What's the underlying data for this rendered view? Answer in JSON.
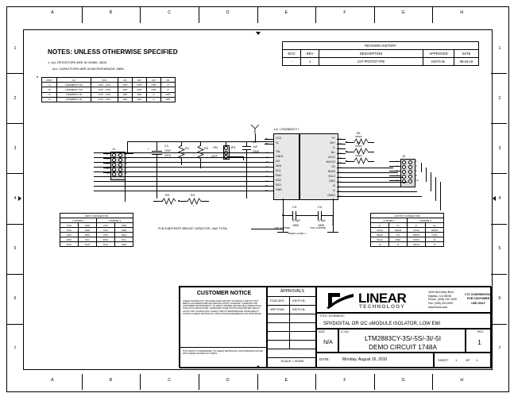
{
  "sheet": {
    "zones_columns": [
      "A",
      "B",
      "C",
      "D",
      "E",
      "F",
      "G",
      "H"
    ],
    "zones_rows": [
      "1",
      "2",
      "3",
      "4",
      "5",
      "6",
      "7"
    ]
  },
  "notes": {
    "heading": "NOTES:  UNLESS OTHERWISE SPECIFIED",
    "items": [
      "1.  ALL RESISTORS ARE IN OHMS, 0805.",
      "ALL CAPACITORS ARE IN MICROFARADS, 0805."
    ],
    "asterisk": "*"
  },
  "assy_table": {
    "headers": [
      "ASSY",
      "U1",
      "VCC",
      "R1",
      "R2",
      "R3",
      "R4"
    ],
    "rows": [
      [
        "-A",
        "LTM2883CY-3S",
        "3.0V - 3.6V",
        "OPT",
        "OPT",
        "OPT",
        "0"
      ],
      [
        "-B",
        "LTM2883CY-5S",
        "4.5V - 5.5V",
        "OPT",
        "OPT",
        "OPT",
        "0"
      ],
      [
        "-C",
        "LTM2883CY-3I",
        "3.0V - 3.6V",
        "10K",
        "10K",
        "0",
        "OPT"
      ],
      [
        "-D",
        "LTM2883CY-5I",
        "4.5V - 5.5V",
        "10K",
        "10K",
        "0",
        "OPT"
      ]
    ]
  },
  "revision_history": {
    "title": "REVISION HISTORY",
    "headers": [
      "ECO",
      "REV",
      "DESCRIPTION",
      "APPROVED",
      "DATE"
    ],
    "rows": [
      [
        "-",
        "1",
        "1ST PROTOTYPE",
        "KEITH B.",
        "08-16-10"
      ]
    ]
  },
  "input_connector": {
    "title": "INPUT CONNECTOR",
    "headers": [
      "LTM2883-I",
      "LTM2883-S"
    ],
    "rows": [
      [
        "VCC",
        "GND",
        "VCC",
        "GND"
      ],
      [
        "VCC",
        "GND",
        "VCC",
        "GND"
      ],
      [
        "DIN",
        "SDA",
        "DIN",
        "SDA"
      ],
      [
        "DNC",
        "SCL",
        "DO2",
        "SCL"
      ],
      [
        "DO1",
        "DO2",
        "DO1",
        "SDO"
      ]
    ]
  },
  "output_connector": {
    "title": "OUTPUT CONNECTOR",
    "headers": [
      "LTM2883-I",
      "LTM2883-S"
    ],
    "rows": [
      [
        "V-",
        "V+",
        "V-",
        "V+"
      ],
      [
        "VCC2",
        "GND2",
        "VCC2",
        "GND2"
      ],
      [
        "SDA2",
        "O1",
        "SDO2",
        "CS/S"
      ],
      [
        "SCL2",
        "DNC",
        "SCK2",
        "I2"
      ],
      [
        "I2",
        "I1",
        "SDO2",
        "I1"
      ]
    ]
  },
  "ic": {
    "refdes": "U1",
    "part": "LTM2883CY-*",
    "left_pins": [
      {
        "num": "B6",
        "name": "VCC"
      },
      {
        "num": "B5",
        "name": "VL"
      },
      {
        "num": "A7",
        "name": "ON"
      },
      {
        "num": "A6",
        "name": "GND1"
      },
      {
        "num": "A5",
        "name": "DI1"
      },
      {
        "num": "A4",
        "name": "SDA"
      },
      {
        "num": "A3",
        "name": "SCL"
      },
      {
        "num": "A2",
        "name": "DNC"
      },
      {
        "num": "A1",
        "name": "DO2"
      },
      {
        "num": "B1",
        "name": "DO1"
      },
      {
        "num": "B2",
        "name": "GND"
      }
    ],
    "right_pins": [
      {
        "num": "L8",
        "name": "V+"
      },
      {
        "num": "K8",
        "name": "AV+"
      },
      {
        "num": "L7",
        "name": "V-"
      },
      {
        "num": "K7",
        "name": "AV-"
      },
      {
        "num": "L6",
        "name": "VCC2"
      },
      {
        "num": "K6",
        "name": "AVCC2"
      },
      {
        "num": "L5",
        "name": "O1"
      },
      {
        "num": "L4",
        "name": "SDA2"
      },
      {
        "num": "L3",
        "name": "SCL2"
      },
      {
        "num": "L2",
        "name": "DNC"
      },
      {
        "num": "L1",
        "name": "I2"
      },
      {
        "num": "K1",
        "name": "I1"
      },
      {
        "num": "K2",
        "name": "GND2"
      }
    ]
  },
  "components": {
    "j1": {
      "refdes": "J1",
      "pins": [
        "1",
        "2",
        "3",
        "4",
        "5",
        "6",
        "7",
        "8",
        "9",
        "10"
      ]
    },
    "j2": {
      "refdes": "J2",
      "pins": [
        "1",
        "2",
        "3",
        "4",
        "5",
        "6",
        "7",
        "8",
        "9",
        "10"
      ]
    },
    "c1": {
      "refdes": "C1",
      "value": "10uF",
      "package": "3216"
    },
    "c2": {
      "refdes": "C2",
      "value": "1uF",
      "package": "0508"
    },
    "c3": {
      "refdes": "C3",
      "value": "470pF",
      "package": "1808"
    },
    "c4": {
      "refdes": "C4",
      "value": "470pF",
      "package": "1808"
    },
    "r1": {
      "refdes": "R1",
      "value": "*"
    },
    "r2": {
      "refdes": "R2",
      "value": "*"
    },
    "r3": {
      "refdes": "R3",
      "value": "*"
    },
    "r4": {
      "refdes": "R4",
      "value": "*"
    },
    "r5": {
      "refdes": "R5",
      "value": "OPEN"
    },
    "r6": {
      "refdes": "R6",
      "value": "OPEN"
    },
    "r7": {
      "refdes": "R7",
      "value": "OPEN"
    },
    "jp1": {
      "refdes": "JP1",
      "on_label": "ON",
      "off_label": "OFF"
    },
    "bridge_note": "PCB SUBSTRATE 'BRIDGE' CAPACITOR, 20pF TOTAL",
    "copper_labels": [
      "TOP COPPER",
      "INNER LAYER 1",
      "TOP COPPER"
    ],
    "c_brdg": "C-BRDG"
  },
  "customer_notice": {
    "title": "CUSTOMER NOTICE",
    "body": "LINEAR TECHNOLOGY HAS MADE A BEST EFFORT TO DESIGN A CIRCUIT THAT MEETS CUSTOMER-SUPPLIED SPECIFICATIONS; HOWEVER, IT REMAINS THE CUSTOMERS RESPONSIBILITY TO VERIFY PROPER AND RELIABLE OPERATION IN THE ACTUAL APPLICATION.  COMPONENT SUBSTITUTION AND PRINTED CIRCUIT LAYOUT MAY SIGNIFICANTLY AFFECT CIRCUIT PERFORMANCE OR RELIABILITY.  CONTACT LINEAR TECHNOLOGY APPLICATIONS ENGINEERING FOR ASSISTANCE.",
    "footer": "THIS CIRCUIT IS PROPRIETARY TO LINEAR TECHNOLOGY AND SUPPLIED FOR USE WITH LINEAR TECHNOLOGY PARTS."
  },
  "approvals": {
    "title": "APPROVALS",
    "rows": [
      {
        "label": "PCB DES.",
        "name": "KEITH B."
      },
      {
        "label": "APP ENG.",
        "name": "KEITH B."
      }
    ],
    "scale": "SCALE = NONE"
  },
  "company": {
    "name": "LINEAR",
    "sub": "TECHNOLOGY",
    "address": [
      "1630 McCarthy Blvd.",
      "Milpitas, CA  95035",
      "Phone: (408) 432-1900",
      "Fax: (408) 434-0507",
      "www.linear.com"
    ],
    "confidential": [
      "LTC CONFIDENTIAL",
      "FOR CUSTOMER",
      "USE ONLY"
    ]
  },
  "title_block": {
    "title_label": "TITLE:  SCHEMATIC",
    "title_text": "SPI/DIGITAL OR I2C uMODULE ISOLATOR, LOW EMI",
    "size_label": "SIZE",
    "size_value": "N/A",
    "icno_label": "IC NO.",
    "part_line1": "LTM2883CY-3S/-5S/-3I/-5I",
    "part_line2": "DEMO CIRCUIT 1748A",
    "rev_label": "REV.",
    "rev_value": "1",
    "date_label": "DATE:",
    "date_value": "Monday, August 16, 2010",
    "sheet_label": "SHEET",
    "sheet_num": "1",
    "of_label": "OF",
    "sheet_total": "1"
  }
}
